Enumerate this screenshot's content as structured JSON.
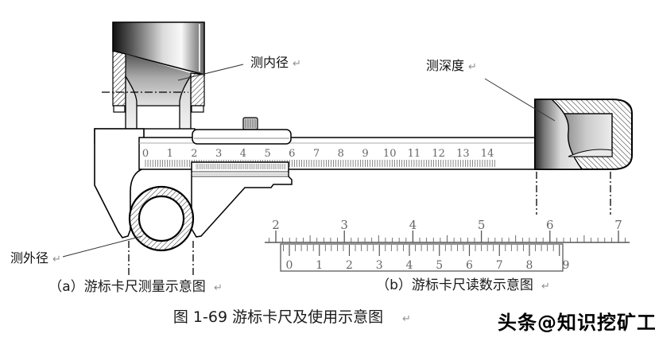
{
  "diagram": {
    "labels": {
      "inner_diameter": "测内径",
      "depth": "测深度",
      "outer_diameter": "测外径"
    },
    "return_mark": "↵",
    "caption_a": "（a）游标卡尺测量示意图",
    "caption_b": "（b）游标卡尺读数示意图",
    "figure_caption": "图 1-69 游标卡尺及使用示意图",
    "watermark": "头条@知识挖矿工",
    "main_ruler_numbers": [
      "0",
      "1",
      "2",
      "3",
      "4",
      "5",
      "6",
      "7",
      "8",
      "9",
      "10",
      "11",
      "12",
      "13",
      "14"
    ],
    "reading_main_numbers": [
      "2",
      "3",
      "4",
      "5",
      "6",
      "7"
    ],
    "vernier_numbers": [
      "0",
      "1",
      "2",
      "3",
      "4",
      "5",
      "6",
      "7",
      "8",
      "9"
    ],
    "colors": {
      "outline": "#000000",
      "scale_text": "#666666",
      "scale_tick": "#555555",
      "background": "#ffffff"
    }
  }
}
